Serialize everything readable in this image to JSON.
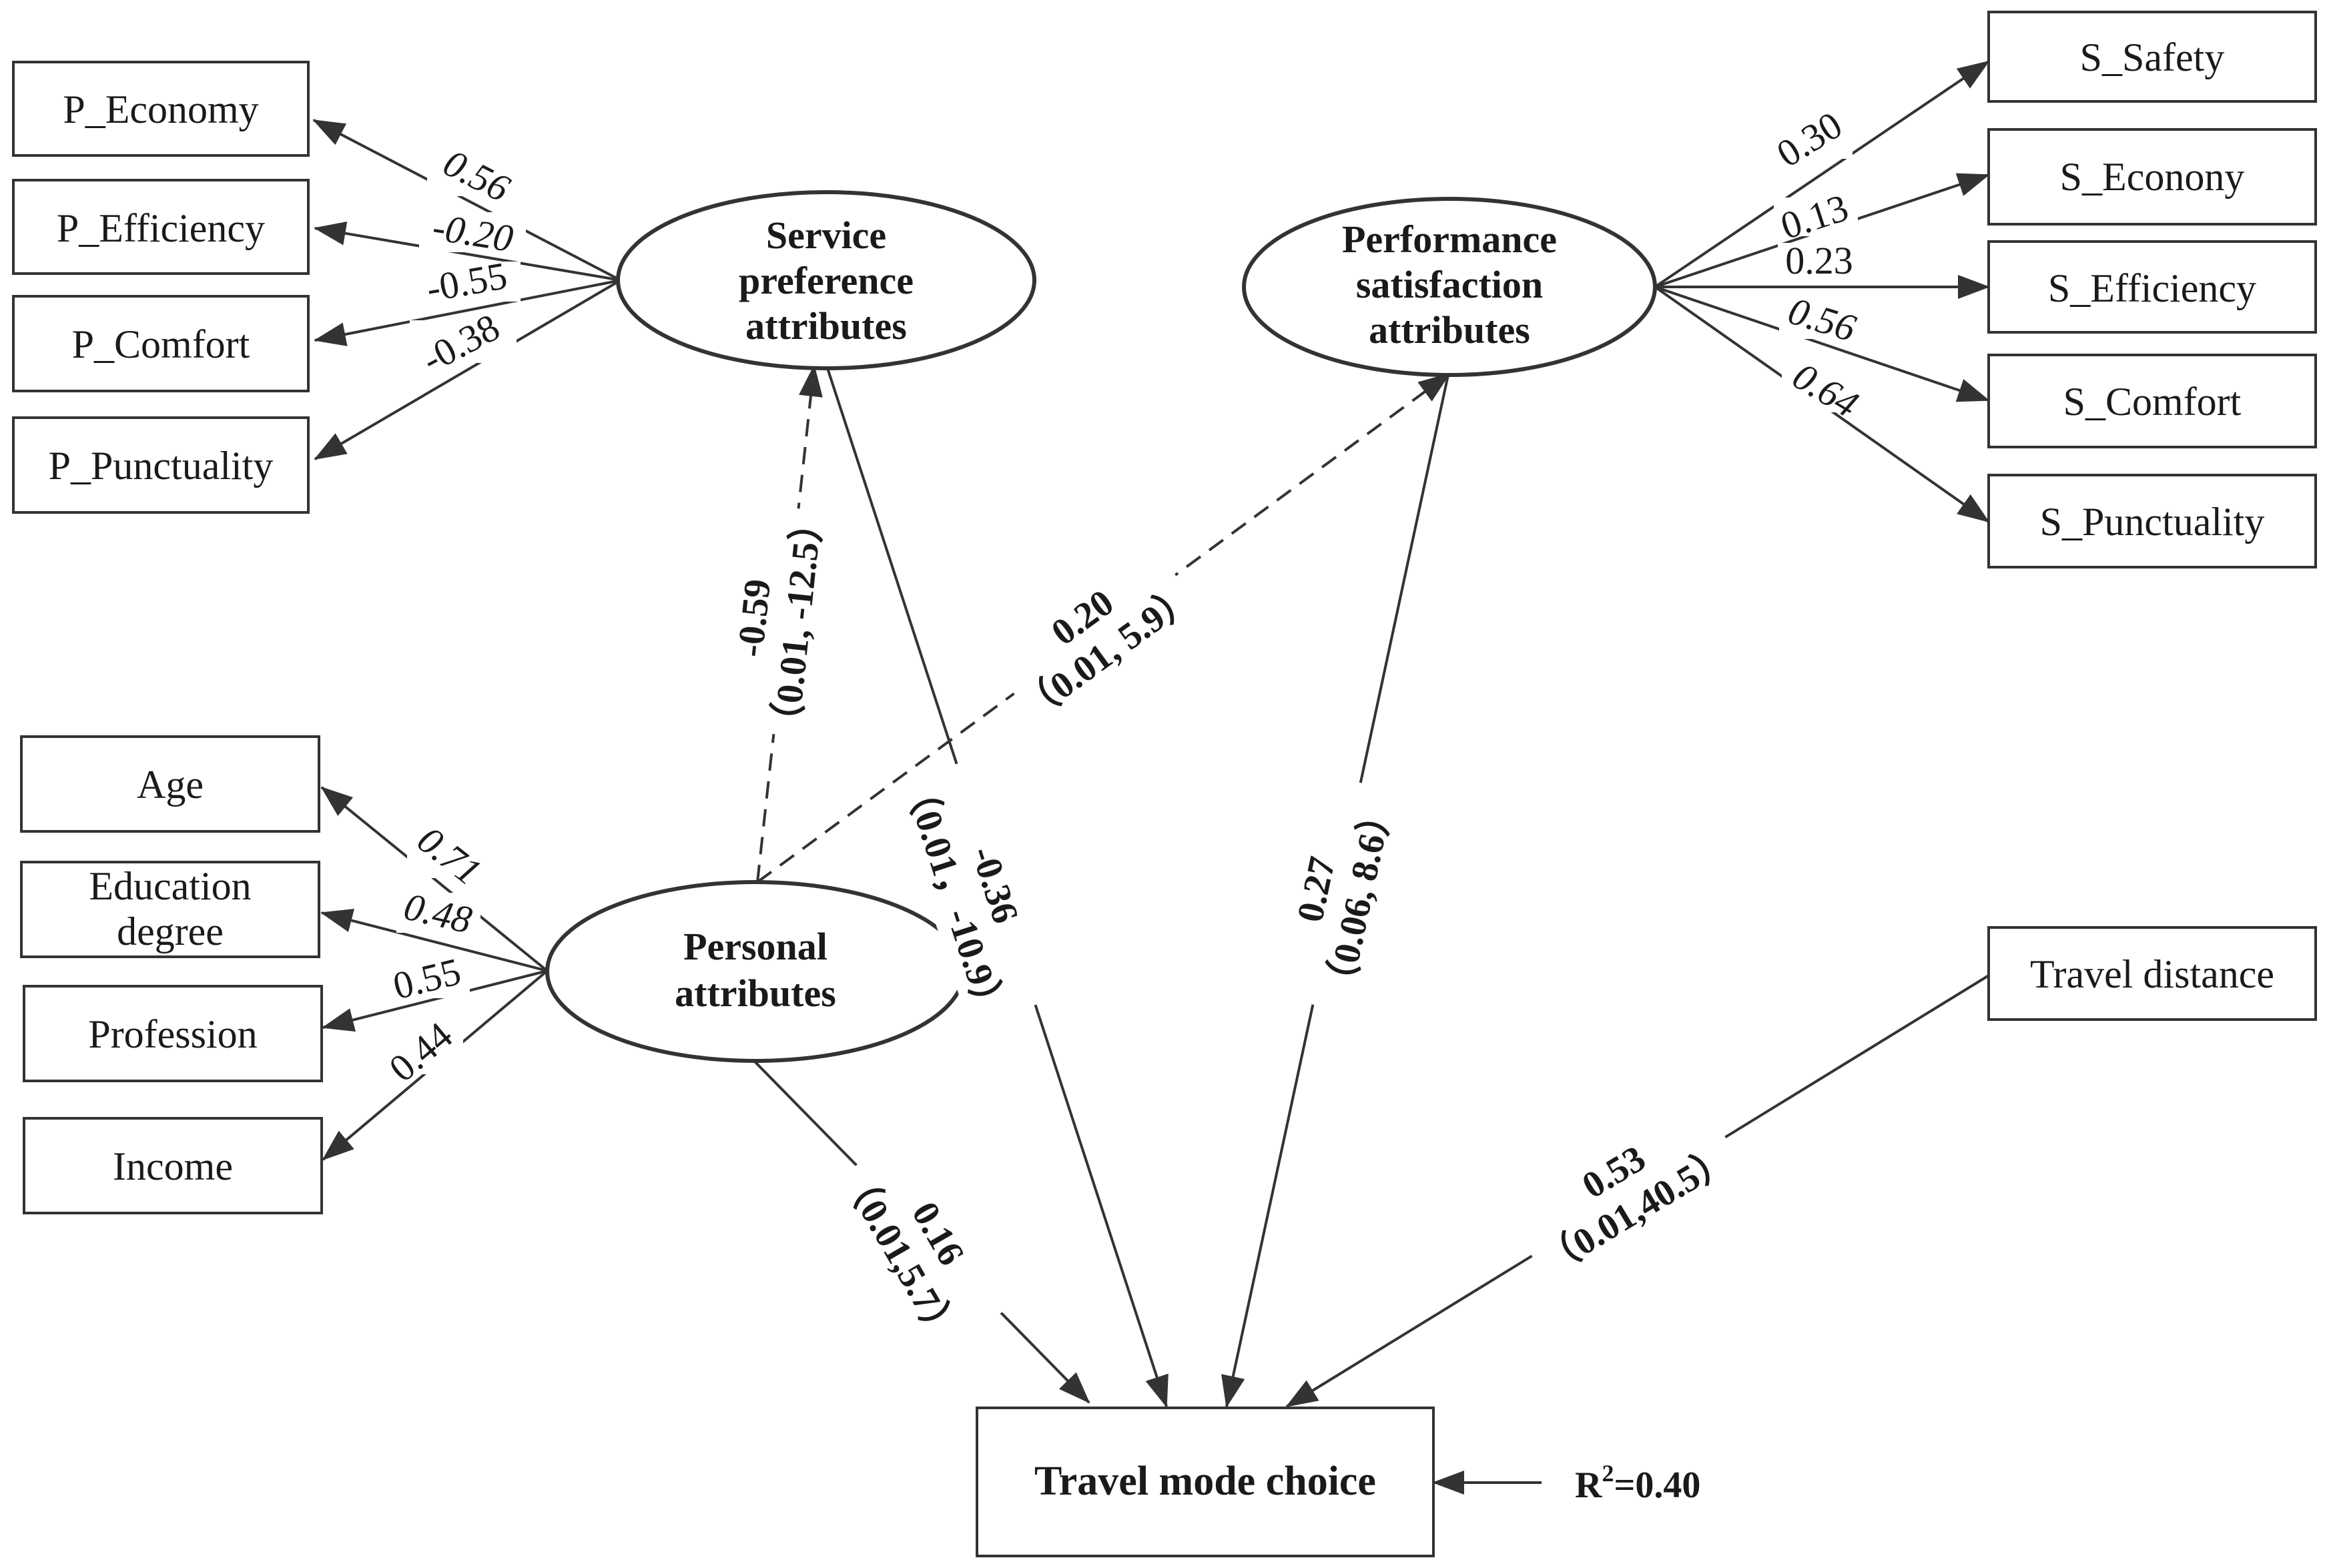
{
  "observed": {
    "p_economy": "P_Economy",
    "p_efficiency": "P_Efficiency",
    "p_comfort": "P_Comfort",
    "p_punctuality": "P_Punctuality",
    "s_safety": "S_Safety",
    "s_econony": "S_Econony",
    "s_efficiency": "S_Efficiency",
    "s_comfort": "S_Comfort",
    "s_punctuality": "S_Punctuality",
    "age": "Age",
    "education_1": "Education",
    "education_2": "degree",
    "profession": "Profession",
    "income": "Income",
    "travel_distance": "Travel distance",
    "outcome": "Travel mode choice"
  },
  "latent": {
    "service_1": "Service",
    "service_2": "preference",
    "service_3": "attributes",
    "performance_1": "Performance",
    "performance_2": "satisfaction",
    "performance_3": "attributes",
    "personal_1": "Personal",
    "personal_2": "attributes"
  },
  "loadings": {
    "p_economy": "0.56",
    "p_efficiency": "-0.20",
    "p_comfort": "-0.55",
    "p_punctuality": "-0.38",
    "s_safety": "0.30",
    "s_econony": "0.13",
    "s_efficiency": "0.23",
    "s_comfort": "0.56",
    "s_punctuality": "0.64",
    "age": "0.71",
    "education": "0.48",
    "profession": "0.55",
    "income": "0.44"
  },
  "paths": {
    "personal_to_service": {
      "coef": "-0.59",
      "stats": "（0.01, -12.5）"
    },
    "personal_to_performance": {
      "coef": "0.20",
      "stats": "（0.01, 5.9）"
    },
    "service_to_choice": {
      "coef": "-0.36",
      "stats": "（0.01，-10.9）"
    },
    "performance_to_choice": {
      "coef": "0.27",
      "stats": "（0.06, 8.6）"
    },
    "personal_to_choice": {
      "coef": "0.16",
      "stats": "（0.01,5.7）"
    },
    "distance_to_choice": {
      "coef": "0.53",
      "stats": "（0.01,40.5）"
    }
  },
  "r_squared": {
    "prefix": "R",
    "superscript": "2",
    "value": "=0.40"
  },
  "colors": {
    "stroke": "#333333",
    "text": "#1a1a1a",
    "background": "#ffffff"
  }
}
